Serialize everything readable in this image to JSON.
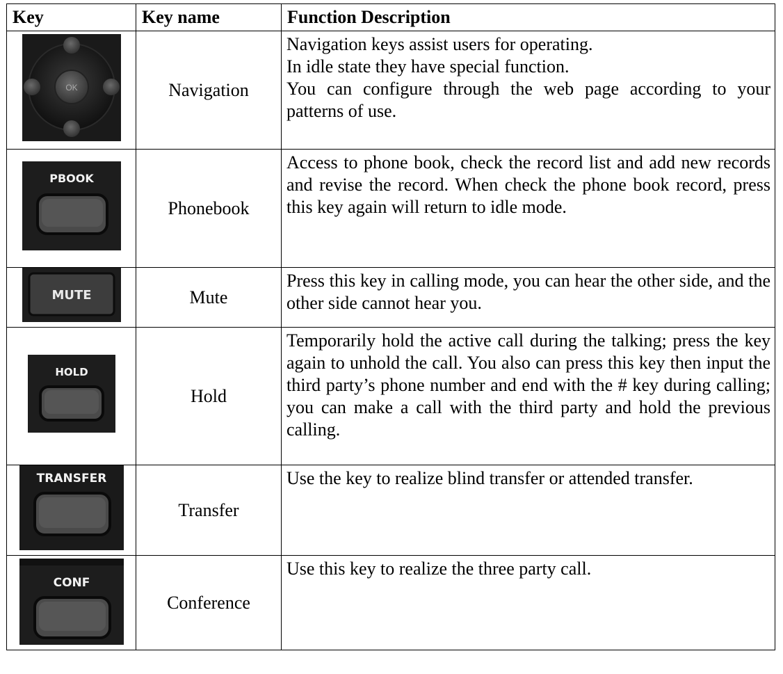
{
  "headers": {
    "key": "Key",
    "key_name": "Key name",
    "function": "Function Description"
  },
  "rows": [
    {
      "key_label": "",
      "key_icon": "navigation-pad-icon",
      "name": "Navigation",
      "lines": [
        "Navigation keys assist users for operating.",
        "In idle state they have special function.",
        "You can configure through the web page according to your patterns of use."
      ]
    },
    {
      "key_label": "PBOOK",
      "key_icon": "phonebook-key-icon",
      "name": "Phonebook",
      "lines": [
        "Access to phone book, check the record list and add new records and revise the record. When check the phone book record, press this key again will return to idle mode."
      ]
    },
    {
      "key_label": "MUTE",
      "key_icon": "mute-key-icon",
      "name": "Mute",
      "lines": [
        "Press this key in calling mode, you can hear the other side, and the other side cannot hear you."
      ]
    },
    {
      "key_label": "HOLD",
      "key_icon": "hold-key-icon",
      "name": "Hold",
      "lines": [
        "Temporarily hold the active call during the talking; press the key again to unhold the call. You also can press this key then input the third party’s phone number and end with the # key during calling; you can make a call with the third party and hold the previous calling."
      ]
    },
    {
      "key_label": "TRANSFER",
      "key_icon": "transfer-key-icon",
      "name": "Transfer",
      "lines": [
        "Use the key to realize blind transfer or attended transfer."
      ]
    },
    {
      "key_label": "CONF",
      "key_icon": "conference-key-icon",
      "name": "Conference",
      "lines": [
        "Use this key to realize the three party call."
      ]
    }
  ],
  "nav_center_label": "OK"
}
